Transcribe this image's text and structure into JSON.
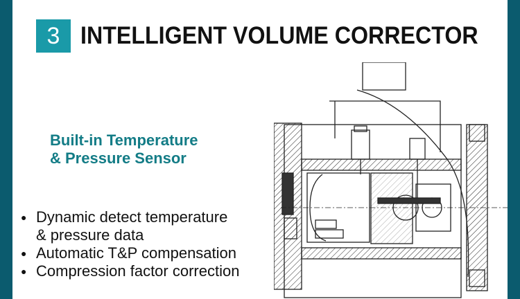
{
  "colors": {
    "frame": "#0b5b6e",
    "badge": "#1a9aa8",
    "accent": "#137c86"
  },
  "header": {
    "number": "3",
    "title": "INTELLIGENT VOLUME CORRECTOR"
  },
  "subtitle": {
    "line1": "Built-in Temperature",
    "line2": "& Pressure Sensor"
  },
  "bullet_glyph": "●",
  "features": [
    {
      "line1": "Dynamic detect temperature",
      "line2": "& pressure data"
    },
    {
      "line1": "Automatic T&P compensation"
    },
    {
      "line1": "Compression factor correction"
    }
  ]
}
